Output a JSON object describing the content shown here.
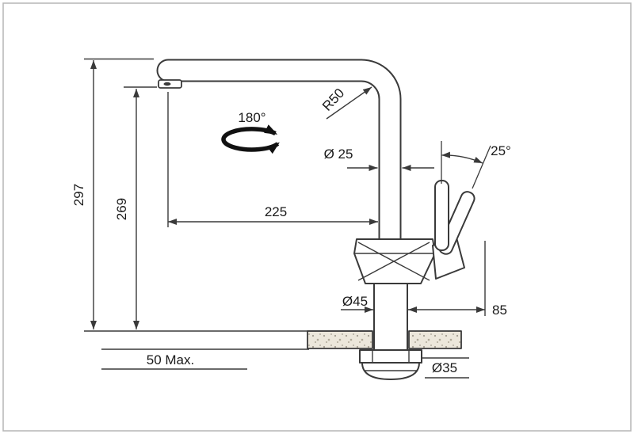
{
  "labels": {
    "total_height": "297",
    "spout_height": "269",
    "spout_reach": "225",
    "swivel_angle": "180°",
    "bend_radius": "R50",
    "pipe_diameter": "Ø 25",
    "lever_angle": "25°",
    "lever_offset": "85",
    "base_diameter": "Ø45",
    "max_counter_thickness": "50 Max.",
    "hole_diameter": "Ø35"
  },
  "colors": {
    "line": "#3a3a3a",
    "dimension_text": "#1a1a1a",
    "frame": "#b5b5b5",
    "counter_fill": "#ece7db",
    "background": "#ffffff"
  }
}
